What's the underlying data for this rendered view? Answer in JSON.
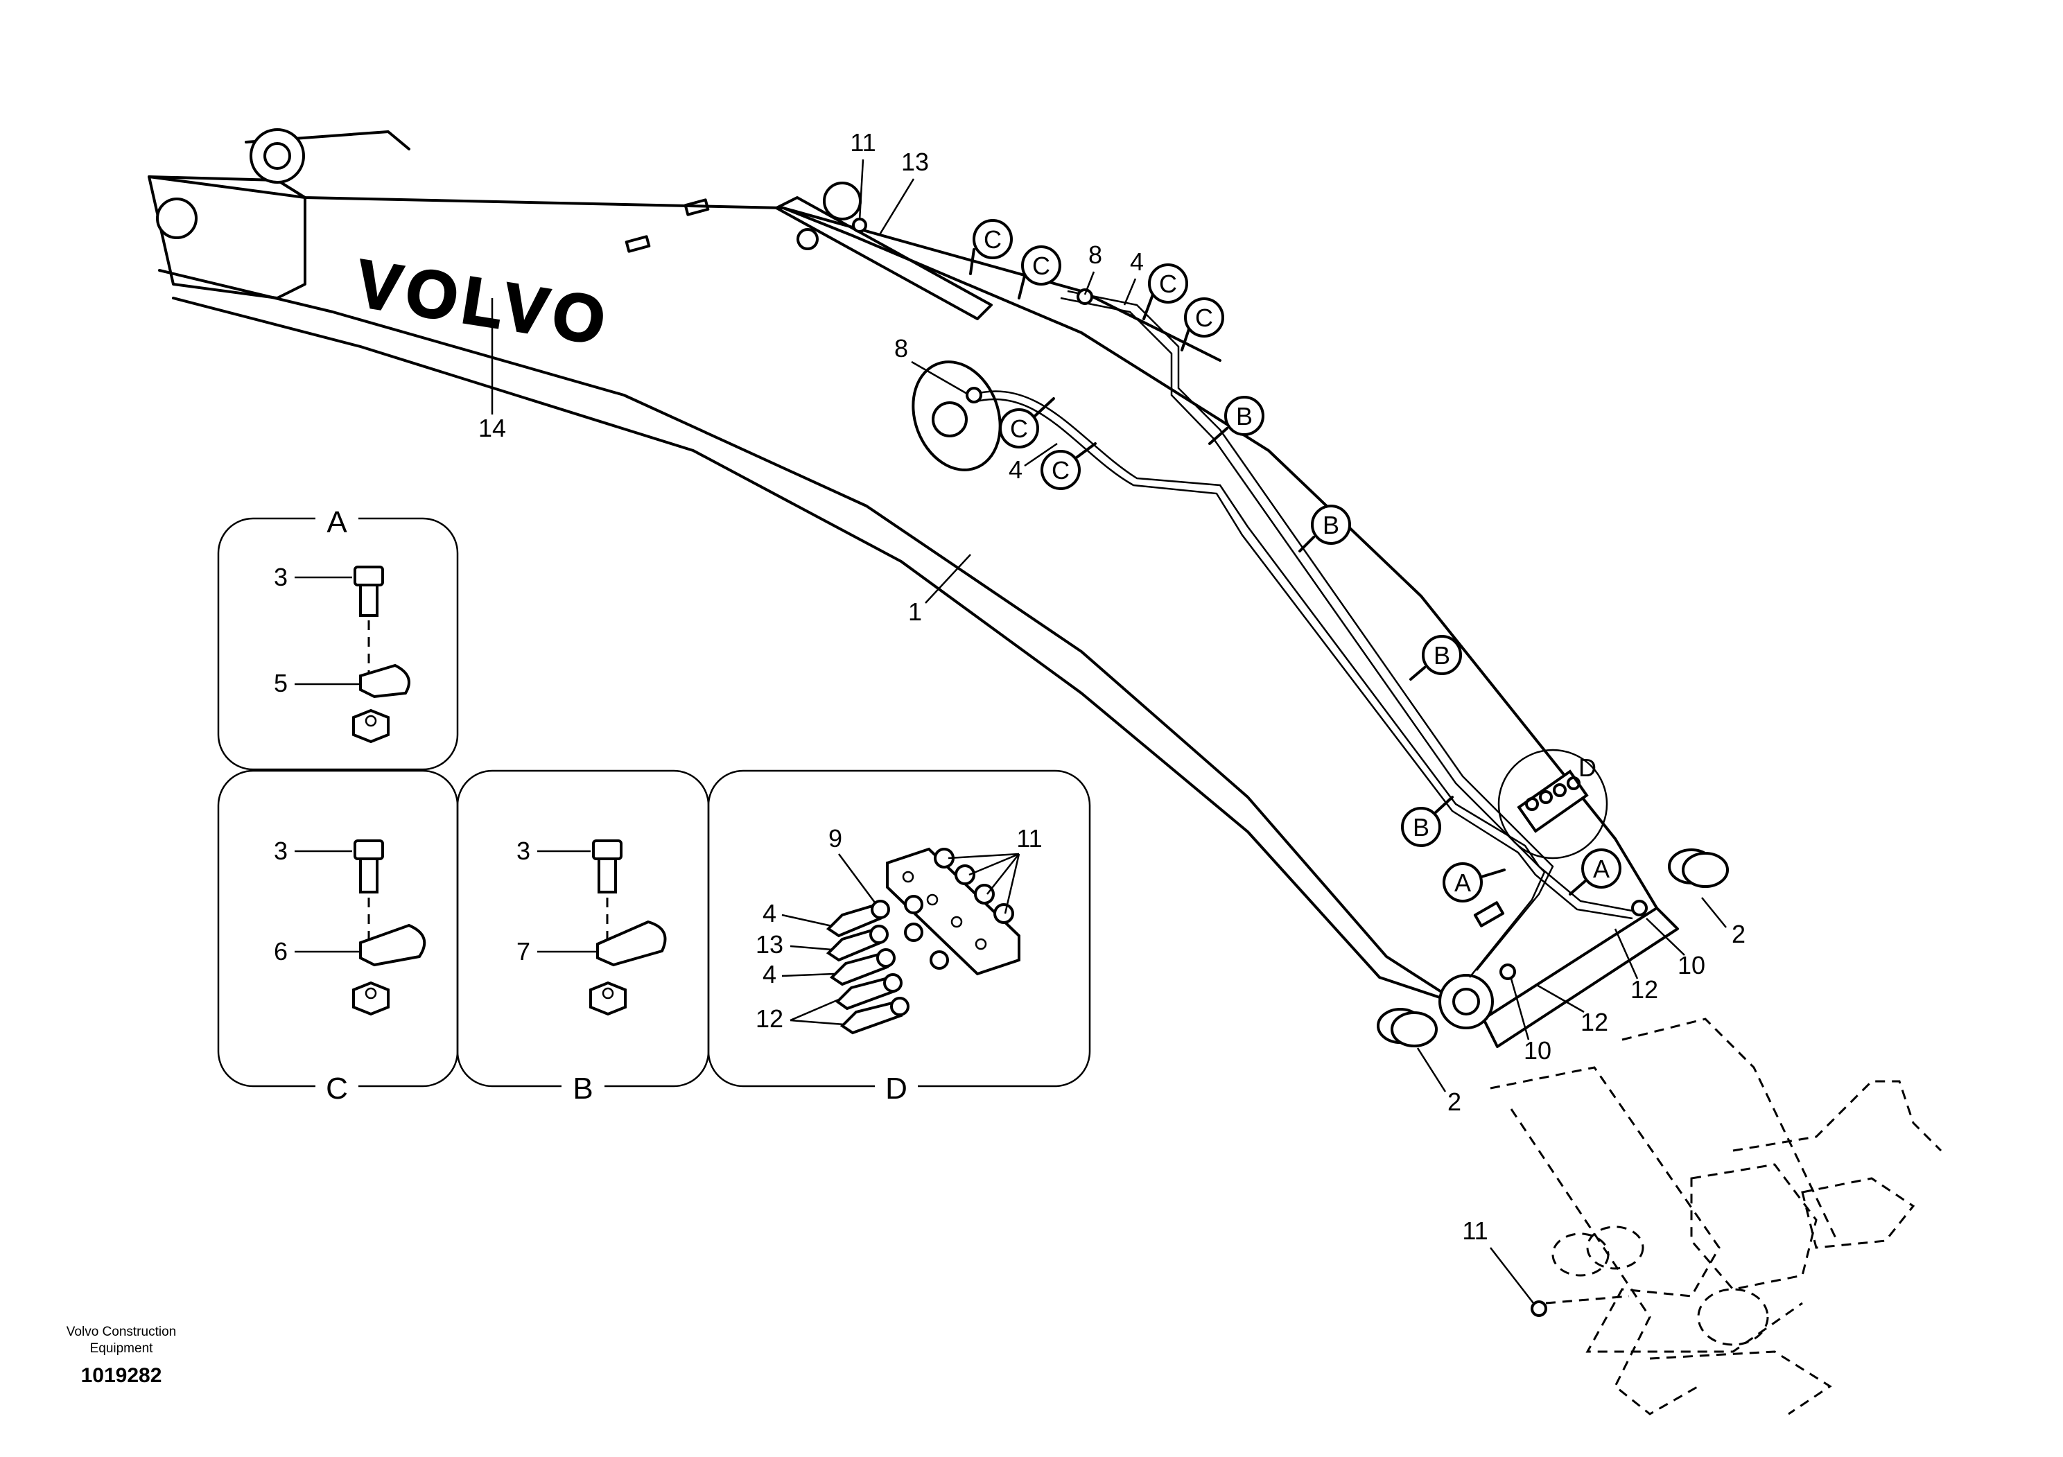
{
  "company_name": "Volvo Construction Equipment",
  "drawing_number": "1019282",
  "brand_lettering": "VOLVO",
  "callout_letters": [
    "A",
    "B",
    "C",
    "D"
  ],
  "part_numbers": {
    "boom": "1",
    "bushing": "2",
    "bolt": "3",
    "hose_4": "4",
    "clamp_5": "5",
    "clamp_6": "6",
    "clamp_7": "7",
    "nipple_8": "8",
    "block_9": "9",
    "nipple_10": "10",
    "nipple_11": "11",
    "hose_12": "12",
    "hose_13": "13",
    "decal_14": "14"
  },
  "detail_panels": [
    {
      "id": "A",
      "title": "A"
    },
    {
      "id": "B",
      "title": "B"
    },
    {
      "id": "C",
      "title": "C"
    },
    {
      "id": "D",
      "title": "D"
    }
  ]
}
